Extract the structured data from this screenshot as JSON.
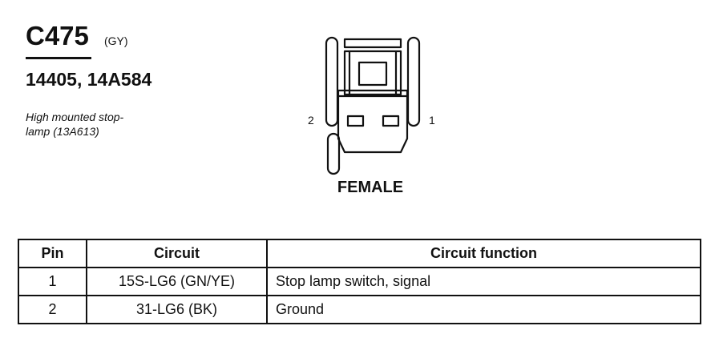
{
  "connector": {
    "id": "C475",
    "color_code": "(GY)",
    "part_numbers": "14405, 14A584",
    "description_lines": [
      "High mounted stop-",
      "lamp (13A613)"
    ]
  },
  "diagram": {
    "pin_left": "2",
    "pin_right": "1",
    "gender": "FEMALE"
  },
  "table": {
    "headers": {
      "pin": "Pin",
      "circuit": "Circuit",
      "function": "Circuit function"
    },
    "rows": [
      {
        "pin": "1",
        "circuit": "15S-LG6 (GN/YE)",
        "function": "Stop lamp switch, signal"
      },
      {
        "pin": "2",
        "circuit": "31-LG6 (BK)",
        "function": "Ground"
      }
    ]
  }
}
